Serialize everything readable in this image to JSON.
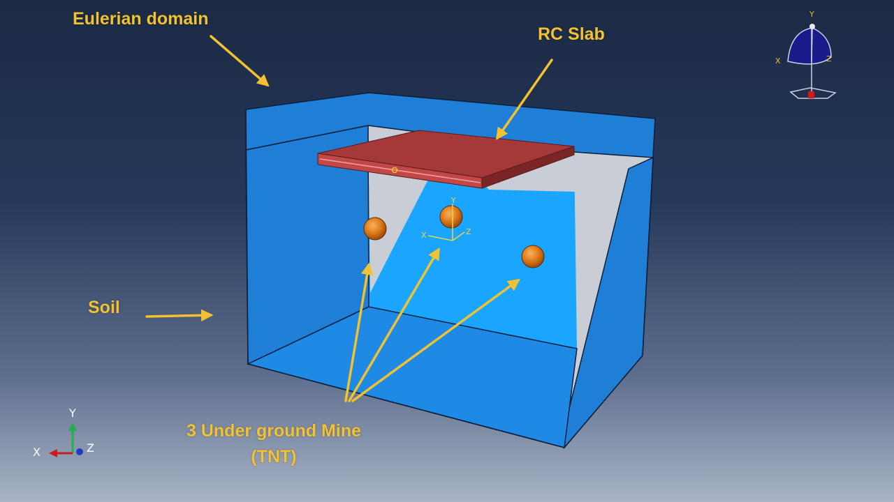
{
  "labels": {
    "eulerian_domain": "Eulerian domain",
    "rc_slab": "RC Slab",
    "soil": "Soil",
    "mine_line1": "3 Under ground Mine",
    "mine_line2": "(TNT)"
  },
  "triad_bottom": {
    "x": "X",
    "y": "Y",
    "z": "Z"
  },
  "triad_view": {
    "x": "X",
    "y": "Y",
    "z": "Z"
  },
  "triad_local": {
    "x": "X",
    "y": "Y",
    "z": "Z"
  },
  "colors": {
    "soil_blue": "#1f7fd6",
    "soil_inner": "#1aa6ff",
    "slab_red": "#a5393a",
    "mine_orange": "#e07b1a",
    "callout_yellow": "#f2c230"
  }
}
